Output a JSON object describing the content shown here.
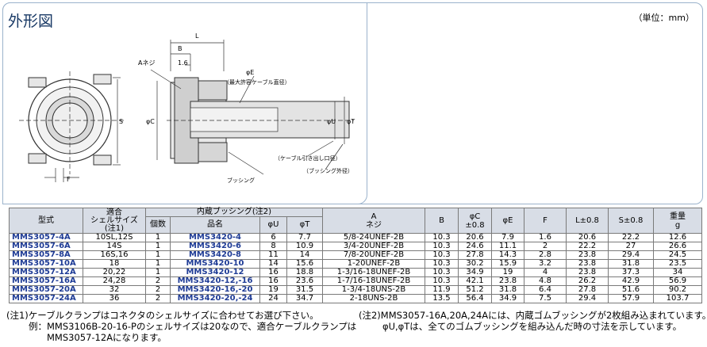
{
  "title": "外形図",
  "unit": "（単位：mm）",
  "drawing_labels": {
    "l": "L",
    "b": "B",
    "a_screw": "Aネジ",
    "dim_16": "1.6",
    "phi_e": "φE",
    "phi_e_note": "（最大許容ケーブル直径）",
    "phi_c": "φC",
    "phi_u": "φU",
    "phi_t": "φT",
    "s": "S",
    "f": "F",
    "cable_outlet": "（ケーブル引き出し口径）",
    "bushing_od": "（ブッシング外径）",
    "bushing": "ブッシング"
  },
  "table": {
    "headers": {
      "model": "型式",
      "shell_size": "適合\nシェルサイズ\n(注1)",
      "builtin_bushing": "内蔵ブッシング(注2)",
      "qty": "個数",
      "part": "品名",
      "phi_u": "φU",
      "phi_t": "φT",
      "a_label": "A",
      "a_sub": "ネジ",
      "b": "B",
      "phi_c": "φC",
      "phi_c_sub": "±0.8",
      "phi_e": "φE",
      "f": "F",
      "l": "L±0.8",
      "s": "S±0.8",
      "weight": "重量",
      "weight_unit": "g"
    },
    "rows": [
      {
        "model": "MMS3057-4A",
        "shell": "10SL,12S",
        "qty": "1",
        "part": "MMS3420-4",
        "u": "6",
        "t": "7.7",
        "a": "5/8-24UNEF-2B",
        "b": "10.3",
        "c": "20.6",
        "e": "7.9",
        "f": "1.6",
        "l": "20.6",
        "s": "22.2",
        "w": "12.6"
      },
      {
        "model": "MMS3057-6A",
        "shell": "14S",
        "qty": "1",
        "part": "MMS3420-6",
        "u": "8",
        "t": "10.9",
        "a": "3/4-20UNEF-2B",
        "b": "10.3",
        "c": "24.6",
        "e": "11.1",
        "f": "2",
        "l": "22.2",
        "s": "27",
        "w": "26.6"
      },
      {
        "model": "MMS3057-8A",
        "shell": "16S,16",
        "qty": "1",
        "part": "MMS3420-8",
        "u": "11",
        "t": "14",
        "a": "7/8-20UNEF-2B",
        "b": "10.3",
        "c": "27.8",
        "e": "14.3",
        "f": "2.8",
        "l": "23.8",
        "s": "29.4",
        "w": "24.5"
      },
      {
        "model": "MMS3057-10A",
        "shell": "18",
        "qty": "1",
        "part": "MMS3420-10",
        "u": "14",
        "t": "15.6",
        "a": "1-20UNEF-2B",
        "b": "10.3",
        "c": "30.2",
        "e": "15.9",
        "f": "3.2",
        "l": "23.8",
        "s": "31.8",
        "w": "23.5"
      },
      {
        "model": "MMS3057-12A",
        "shell": "20,22",
        "qty": "1",
        "part": "MMS3420-12",
        "u": "16",
        "t": "18.8",
        "a": "1-3/16-18UNEF-2B",
        "b": "10.3",
        "c": "34.9",
        "e": "19",
        "f": "4",
        "l": "23.8",
        "s": "37.3",
        "w": "34"
      },
      {
        "model": "MMS3057-16A",
        "shell": "24,28",
        "qty": "2",
        "part": "MMS3420-12,-16",
        "u": "16",
        "t": "23.6",
        "a": "1-7/16-18UNEF-2B",
        "b": "10.3",
        "c": "42.1",
        "e": "23.8",
        "f": "4.8",
        "l": "26.2",
        "s": "42.9",
        "w": "56.9"
      },
      {
        "model": "MMS3057-20A",
        "shell": "32",
        "qty": "2",
        "part": "MMS3420-16,-20",
        "u": "19",
        "t": "31.5",
        "a": "1-3/4-18UNS-2B",
        "b": "11.9",
        "c": "51.2",
        "e": "31.8",
        "f": "6.4",
        "l": "27.8",
        "s": "51.6",
        "w": "90.2"
      },
      {
        "model": "MMS3057-24A",
        "shell": "36",
        "qty": "2",
        "part": "MMS3420-20,-24",
        "u": "24",
        "t": "34.7",
        "a": "2-18UNS-2B",
        "b": "13.5",
        "c": "56.4",
        "e": "34.9",
        "f": "7.5",
        "l": "29.4",
        "s": "57.9",
        "w": "103.7"
      }
    ]
  },
  "notes": {
    "note1_line1": "(注1)ケーブルクランプはコネクタのシェルサイズに合わせてお選び下さい。",
    "note1_line2": "例：MMS3106B-20-16-Pのシェルサイズは20なので、適合ケーブルクランプは",
    "note1_line3": "MMS3057-12Aになります。",
    "note2_line1": "(注2)MMS3057-16A,20A,24Aには、内蔵ゴムブッシングが2枚組み込まれています。",
    "note2_line2": "φU,φTは、全てのゴムブッシングを組み込んだ時の寸法を示しています。"
  }
}
